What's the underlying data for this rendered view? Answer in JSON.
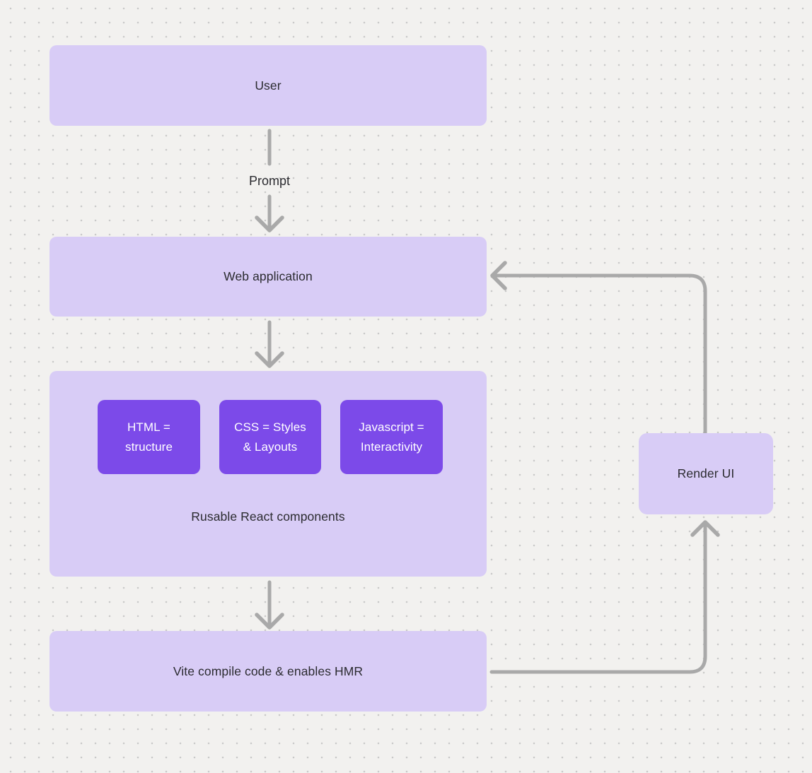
{
  "diagram": {
    "type": "flowchart",
    "background": "#f2f1ef",
    "colors": {
      "dot_grid": "#c9c9c9",
      "node_fill": "#d8ccf6",
      "accent_node_fill": "#7c4ae9",
      "arrow": "#a9a9a9",
      "text": "#2b2b30",
      "text_on_accent": "#ffffff"
    },
    "nodes": {
      "user": {
        "label": "User"
      },
      "web_application": {
        "label": "Web application"
      },
      "group": {
        "caption": "Rusable React components",
        "items": [
          {
            "label": "HTML = structure"
          },
          {
            "label": "CSS = Styles & Layouts"
          },
          {
            "label": "Javascript = Interactivity"
          }
        ]
      },
      "vite": {
        "label": "Vite compile code & enables HMR"
      },
      "render_ui": {
        "label": "Render UI"
      }
    },
    "edges": [
      {
        "from": "User",
        "to": "Web application",
        "label": "Prompt"
      },
      {
        "from": "Web application",
        "to": "Rusable React components",
        "label": ""
      },
      {
        "from": "Rusable React components",
        "to": "Vite compile code & enables HMR",
        "label": ""
      },
      {
        "from": "Vite compile code & enables HMR",
        "to": "Render UI",
        "label": ""
      },
      {
        "from": "Render UI",
        "to": "Web application",
        "label": ""
      }
    ]
  }
}
